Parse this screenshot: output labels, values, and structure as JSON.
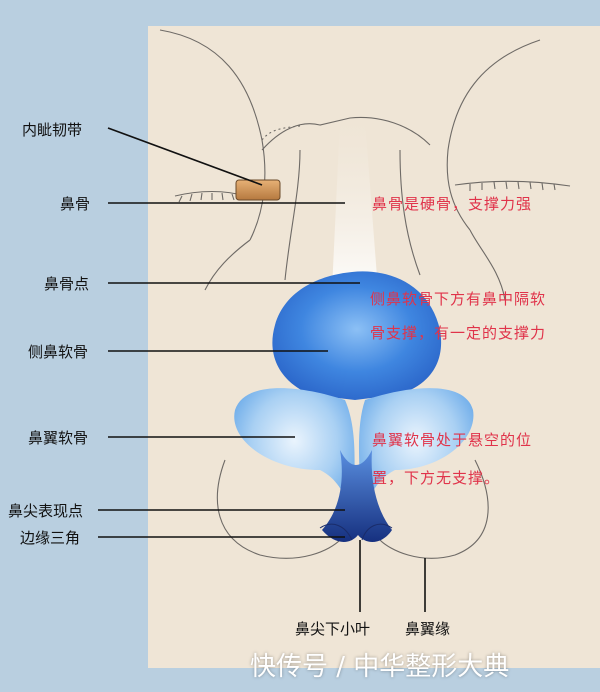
{
  "labels": {
    "medial_canthal_ligament": "内眦韧带",
    "nasal_bone": "鼻骨",
    "nasion_point": "鼻骨点",
    "lateral_cartilage": "侧鼻软骨",
    "alar_cartilage": "鼻翼软骨",
    "tip_defining_point": "鼻尖表现点",
    "soft_triangle": "边缘三角",
    "infratip_lobule": "鼻尖下小叶",
    "alar_rim": "鼻翼缘"
  },
  "notes": {
    "nasal_bone_note": "鼻骨是硬骨，支撑力强",
    "lateral_note_line1": "侧鼻软骨下方有鼻中隔软",
    "lateral_note_line2": "骨支撑，有一定的支撑力",
    "alar_note_line1": "鼻翼软骨处于悬空的位",
    "alar_note_line2": "置，下方无支撑。"
  },
  "watermark": "快传号 / 中华整形大典",
  "colors": {
    "background": "#b9cfe0",
    "canvas": "#efe5d6",
    "cartilage_blue": "#4a8fe0",
    "note_red": "#e0334a"
  }
}
